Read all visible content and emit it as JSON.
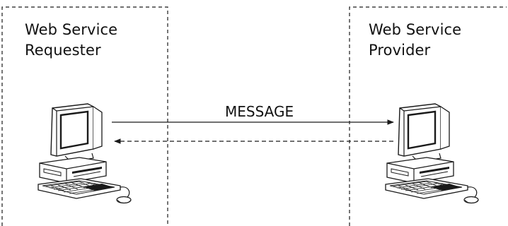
{
  "requester": {
    "line1": "Web Service",
    "line2": "Requester",
    "icon": "desktop-computer-icon"
  },
  "provider": {
    "line1": "Web Service",
    "line2": "Provider",
    "icon": "desktop-computer-icon"
  },
  "message": {
    "label": "MESSAGE"
  },
  "colors": {
    "stroke": "#1a1a1a",
    "background": "#ffffff"
  }
}
